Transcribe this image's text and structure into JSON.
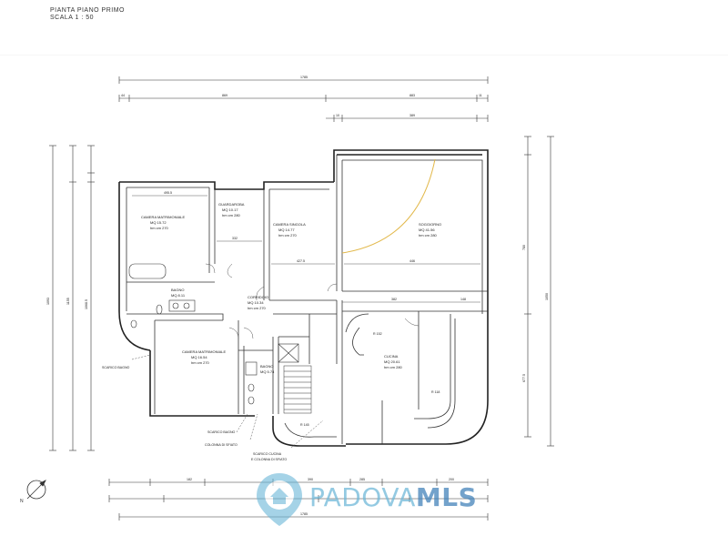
{
  "header": {
    "line1": "PIANTA PIANO PRIMO",
    "line2": "SCALA  1 : 50"
  },
  "rooms": [
    {
      "name": "CAMERA MATRIMONIALE",
      "area": "MQ 15.72",
      "height": "hm cm 270"
    },
    {
      "name": "GUARDAROBA",
      "area": "MQ 10.17",
      "height": "hm cm 280"
    },
    {
      "name": "CAMERA SINGOLA",
      "area": "MQ 14.77",
      "height": "hm cm 270"
    },
    {
      "name": "SOGGIORNO",
      "area": "MQ 41.56",
      "height": "hm cm 280"
    },
    {
      "name": "BAGNO",
      "area": "MQ 8.11",
      "height": "hm cm 270"
    },
    {
      "name": "CORRIDOIO",
      "area": "MQ 10.34",
      "height": "hm cm 270"
    },
    {
      "name": "CAMERA MATRIMONIALE",
      "area": "MQ 16.54",
      "height": "hm cm 270"
    },
    {
      "name": "BAGNO",
      "area": "MQ 5.74",
      "height": "hm cm 270"
    },
    {
      "name": "CUCINA",
      "area": "MQ 20.61",
      "height": "hm cm 280"
    }
  ],
  "notes": {
    "scarico_bagno_left": "SCARICO BAGNO",
    "scarico_bagno": "SCARICO BAGNO",
    "colonna": "COLONNA DI SFIATO",
    "scarico_cucina_1": "SCARICO CUCINA",
    "scarico_cucina_2": "E COLONNA DI SFIATO"
  },
  "dimensions": {
    "top_total": "1785",
    "top_a": "44",
    "top_b": "869",
    "top_c": "883",
    "top_d": "11",
    "top2_a": "10",
    "top2_b": "389",
    "room_w1": "495.5",
    "room_w2": "332",
    "room_w3": "427.5",
    "room_w4": "446",
    "mid_a": "382",
    "mid_b": "148",
    "bot_total": "1785",
    "bot_a": "182",
    "bot_b": "390",
    "bot_c": "285",
    "bot_d": "200",
    "left_a": "1093",
    "left_b": "1155",
    "left_c": "1068.5",
    "right_a": "1050",
    "right_b": "780",
    "right_c": "677.5",
    "radius_1": "R 152",
    "radius_2": "R 145",
    "radius_3": "R 118"
  },
  "watermark": {
    "brand_a": "PADOVA",
    "brand_b": "MLS"
  }
}
